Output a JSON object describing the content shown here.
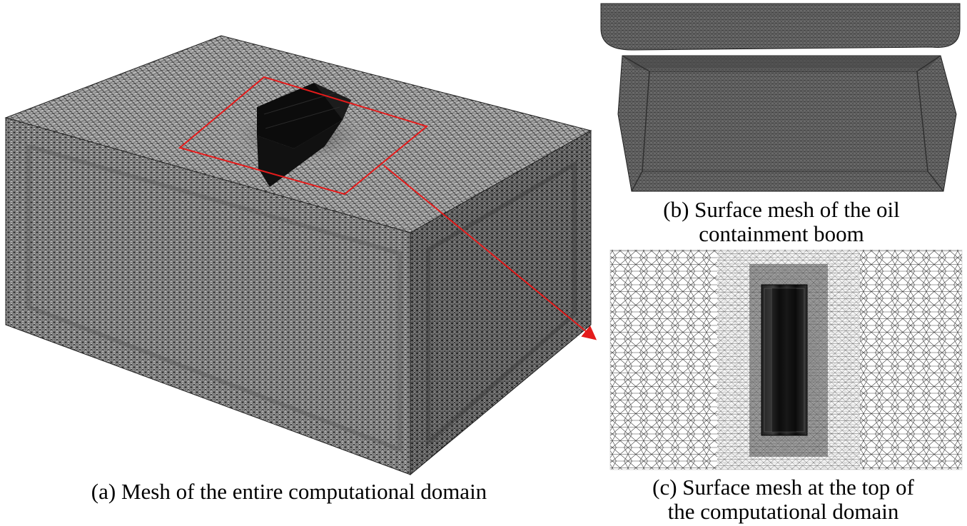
{
  "panels": {
    "a": {
      "caption": "(a) Mesh of the entire computational domain"
    },
    "b": {
      "caption_line1": "(b) Surface mesh of the oil",
      "caption_line2": "containment boom"
    },
    "c": {
      "caption_line1": "(c) Surface mesh at the top of",
      "caption_line2": "the computational domain"
    }
  },
  "colors": {
    "mesh_line": "#1a1a1a",
    "mesh_fill_light": "#b9b9b9",
    "mesh_fill_dark": "#6e6e6e",
    "boom": "#111111",
    "highlight": "#e41b1b"
  }
}
